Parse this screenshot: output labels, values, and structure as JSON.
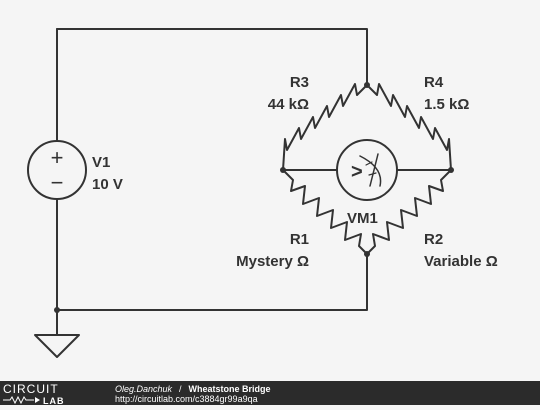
{
  "components": {
    "v1": {
      "name": "V1",
      "value": "10 V",
      "plus": "+",
      "minus": "−"
    },
    "r3": {
      "name": "R3",
      "value": "44 kΩ"
    },
    "r4": {
      "name": "R4",
      "value": "1.5 kΩ"
    },
    "r1": {
      "name": "R1",
      "value": "Mystery Ω"
    },
    "r2": {
      "name": "R2",
      "value": "Variable Ω"
    },
    "vm1": {
      "name": "VM1",
      "symbol": ">"
    }
  },
  "footer": {
    "logo_top": "CIRCUIT",
    "logo_bottom": "LAB",
    "author": "Oleg.Danchuk",
    "separator": " / ",
    "title": "Wheatstone Bridge",
    "url": "http://circuitlab.com/c3884gr99a9qa"
  },
  "colors": {
    "wire": "#333333",
    "background": "#f5f5f5",
    "footer_bg": "#2b2b2b"
  }
}
